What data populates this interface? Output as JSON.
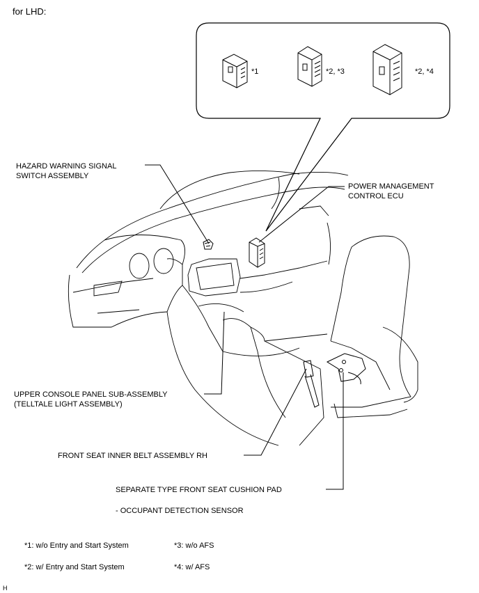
{
  "header": "for LHD:",
  "inset": {
    "variant_a": "*1",
    "variant_b": "*2, *3",
    "variant_c": "*2, *4"
  },
  "labels": {
    "hazard_line1": "HAZARD WARNING SIGNAL",
    "hazard_line2": "SWITCH ASSEMBLY",
    "pm_line1": "POWER MANAGEMENT",
    "pm_line2": "CONTROL ECU",
    "console_line1": "UPPER CONSOLE PANEL SUB-ASSEMBLY",
    "console_line2": "(TELLTALE LIGHT ASSEMBLY)",
    "belt": "FRONT SEAT INNER BELT ASSEMBLY RH",
    "cushion": "SEPARATE TYPE FRONT SEAT CUSHION PAD",
    "sensor": "- OCCUPANT DETECTION SENSOR"
  },
  "notes": {
    "n1": "*1: w/o Entry and Start System",
    "n2": "*2: w/ Entry and Start System",
    "n3": "*3: w/o AFS",
    "n4": "*4: w/ AFS"
  },
  "corner": "H"
}
